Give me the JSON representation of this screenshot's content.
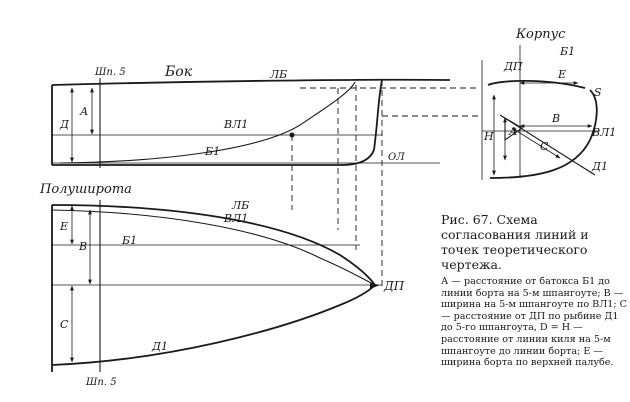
{
  "labels": {
    "korpus": "Корпус",
    "bok": "Бок",
    "polushirota": "Полуширота",
    "shp5_top": "Шп. 5",
    "shp5_bottom": "Шп. 5",
    "lb_top": "ЛБ",
    "vl1_top": "ВЛ1",
    "b1_top": "Б1",
    "ol": "ОЛ",
    "dp_top": "ДП",
    "b1_body": "Б1",
    "e_body": "Е",
    "s_body": "S",
    "vl1_body": "ВЛ1",
    "d1_body": "Д1",
    "dp_bottom": "ДП",
    "lb_bottom": "ЛБ",
    "vl1_bottom": "ВЛ1",
    "b1_bottom": "Б1",
    "d1_bottom": "Д1",
    "dim_d": "Д",
    "dim_a_side": "А",
    "dim_e": "Е",
    "dim_v": "В",
    "dim_s": "С",
    "dim_n": "Н",
    "dim_a_body": "А",
    "dim_v_body": "В",
    "dim_s_body": "С"
  },
  "caption": {
    "title": "Рис. 67. Схема согласования линий и точек теоретического чертежа.",
    "body": "А — расстояние от батокса Б1 до линии борта на 5-м шпангоуте; В — ширина на 5-м шпангоуте по ВЛ1; С — расстояние от ДП по рыбине Д1 до 5-го шпангоута, D = Н — расстояние от линии киля на 5-м шпангоуте до линии борта; Е — ширина борта по верхней палубе."
  }
}
